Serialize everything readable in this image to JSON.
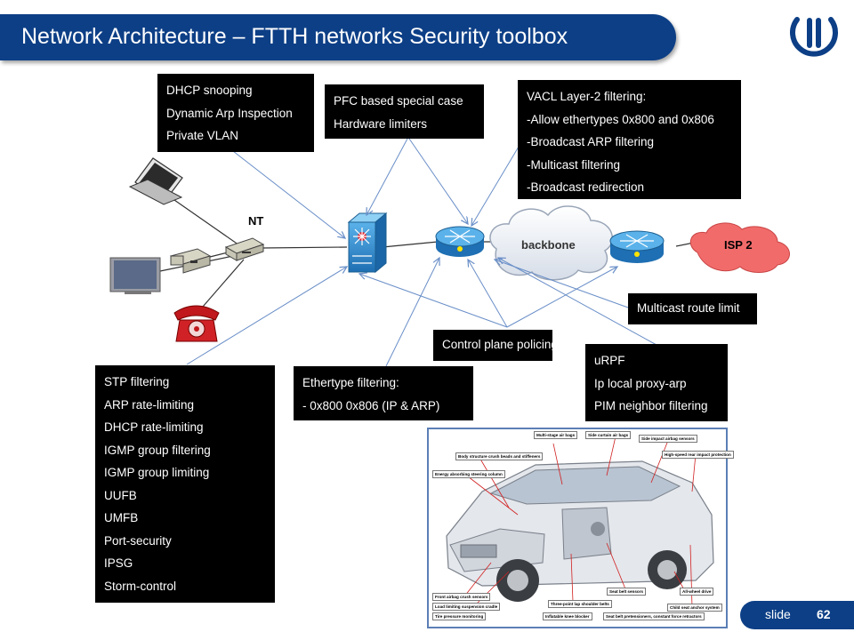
{
  "title": "Network Architecture – FTTH networks Security toolbox",
  "labels": {
    "nt": "NT",
    "backbone": "backbone",
    "isp2": "ISP 2"
  },
  "boxes": {
    "dhcp": [
      "DHCP snooping",
      "Dynamic Arp Inspection",
      "Private VLAN"
    ],
    "pfc": [
      "PFC based special case",
      "Hardware limiters"
    ],
    "vacl": [
      "VACL Layer-2 filtering:",
      "-Allow ethertypes 0x800 and 0x806",
      "-Broadcast ARP filtering",
      "-Multicast filtering",
      "-Broadcast redirection"
    ],
    "multicast": [
      "Multicast route limit"
    ],
    "control": [
      "Control plane policing"
    ],
    "urpf": [
      "uRPF",
      "Ip local proxy-arp",
      "PIM neighbor filtering"
    ],
    "ethertype": [
      "Ethertype filtering:",
      "- 0x800 0x806 (IP  & ARP)"
    ],
    "stp": [
      "STP filtering",
      "ARP rate-limiting",
      "DHCP rate-limiting",
      "IGMP group filtering",
      "IGMP group limiting",
      "UUFB",
      "UMFB",
      "Port-security",
      "IPSG",
      "Storm-control"
    ]
  },
  "car": {
    "labels": [
      "Multi-stage air bags",
      "Side curtain air bags",
      "Side impact airbag sensors",
      "Body structure crush beads and stiffeners",
      "High-speed rear impact protection",
      "Energy absorbing steering column",
      "Front airbag crush sensors",
      "Load limiting suspension cradle",
      "Tire pressure monitoring",
      "Inflatable knee blocker",
      "Three-point lap shoulder belts",
      "Seat belt sensors",
      "Seat belt pretensioners, constant force retractors",
      "All-wheel drive",
      "Child seat anchor system"
    ]
  },
  "footer": {
    "slide_label": "slide",
    "slide_number": "62"
  },
  "colors": {
    "title_bar": "#0d3f86",
    "cloud_isp2": "#f26b6b",
    "switch_blue": "#2e8fd1",
    "arrow_line": "#6a8fc8"
  }
}
